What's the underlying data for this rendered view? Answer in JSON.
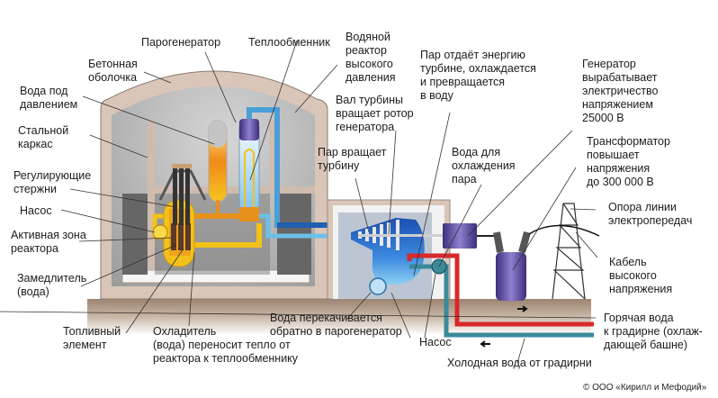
{
  "title": "Nuclear power plant with pressurized water reactor",
  "labels": {
    "steam_generator": "Парогенератор",
    "concrete_shell": "Бетонная\nоболочка",
    "pressurized_water": "Вода под\nдавлением",
    "steel_frame": "Стальной\nкаркас",
    "control_rods": "Регулирующие\nстержни",
    "pump_primary": "Насос",
    "reactor_core": "Активная зона\nреактора",
    "moderator": "Замедлитель\n(вода)",
    "fuel_element": "Топливный\nэлемент",
    "coolant": "Охладитель\n(вода) переносит тепло от\nреактора к теплообменнику",
    "heat_exchanger": "Теплообменник",
    "pwr": "Водяной\nреактор\nвысокого\nдавления",
    "turbine_shaft": "Вал турбины\nвращает ротор\nгенератора",
    "steam_energy": "Пар отдаёт энергию\nтурбине, охлаждается\nи превращается\nв воду",
    "steam_turns_turbine": "Пар вращает\nтурбину",
    "cooling_water": "Вода для\nохлаждения\nпара",
    "generator": "Генератор\nвырабатывает\nэлектричество\nнапряжением\n25000 В",
    "transformer": "Трансформатор\nповышает\nнапряжения\nдо 300 000 В",
    "pylon": "Опора линии\nэлектропередач",
    "hv_cable": "Кабель\nвысокого\nнапряжения",
    "water_pumped_back": "Вода перекачивается\nобратно в парогенератор",
    "pump_secondary": "Насос",
    "hot_water": "Горячая вода\nк градирне (охлаж-\nдающей башне)",
    "cold_water": "Холодная вода от градирни"
  },
  "copyright": "© ООО «Кирилл и Мефодий»",
  "colors": {
    "concrete": "#d9c6b8",
    "interior": "#a7a7a7",
    "reactor_yellow": "#f3c21a",
    "primary_orange": "#e8901c",
    "steam_blue": "#4a9fd8",
    "dark_blue": "#1f5fae",
    "hot_red": "#d8282a",
    "cold_teal": "#3a8a9a",
    "generator_purple": "#5a4a9e",
    "ground": "#a8927c"
  }
}
